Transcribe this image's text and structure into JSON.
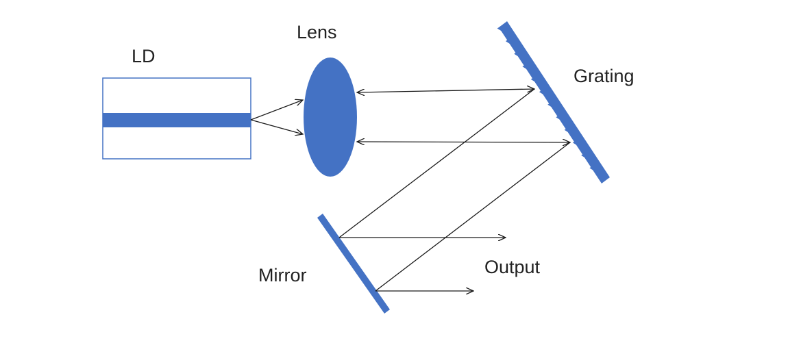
{
  "labels": {
    "ld": "LD",
    "lens": "Lens",
    "grating": "Grating",
    "mirror": "Mirror",
    "output": "Output"
  },
  "colors": {
    "optic_blue": "#4472C4",
    "ld_border": "#4472C4",
    "ray": "#1a1a1a",
    "text": "#222222",
    "background": "#ffffff"
  }
}
